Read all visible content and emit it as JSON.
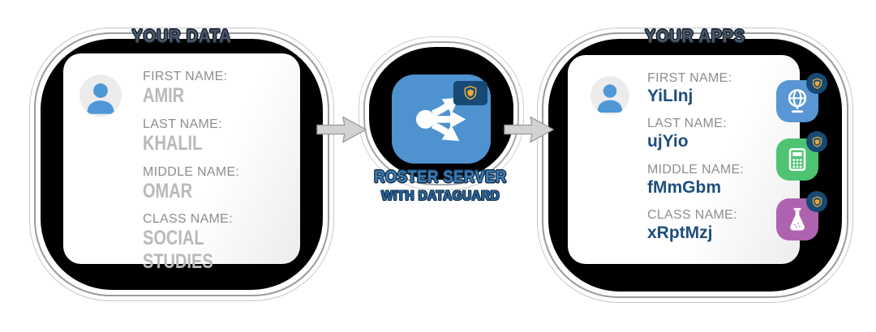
{
  "left_panel": {
    "title": "YOUR DATA",
    "card": {
      "avatar_icon": "person-avatar",
      "fields": [
        {
          "label": "FIRST NAME:",
          "value": "AMIR"
        },
        {
          "label": "LAST NAME:",
          "value": "KHALIL"
        },
        {
          "label": "MIDDLE NAME:",
          "value": "OMAR"
        },
        {
          "label": "CLASS NAME:",
          "value": "SOCIAL STUDIES"
        }
      ]
    }
  },
  "flow": {
    "arrow_left_icon": "right-arrow",
    "arrow_right_icon": "right-arrow"
  },
  "server": {
    "label_line1": "ROSTER SERVER",
    "label_line2": "WITH DATAGUARD",
    "icon": "share-hub",
    "badge_icon": "gold-shield"
  },
  "right_panel": {
    "title": "YOUR APPS",
    "card": {
      "avatar_icon": "person-avatar",
      "fields": [
        {
          "label": "FIRST NAME:",
          "value": "YiLInj"
        },
        {
          "label": "LAST NAME:",
          "value": "ujYio"
        },
        {
          "label": "MIDDLE NAME:",
          "value": "fMmGbm"
        },
        {
          "label": "CLASS NAME:",
          "value": "xRptMzj"
        }
      ]
    },
    "apps": [
      {
        "icon": "globe",
        "color": "#5897d3",
        "badge_icon": "gold-shield"
      },
      {
        "icon": "calculator",
        "color": "#4ec473",
        "badge_icon": "gold-shield"
      },
      {
        "icon": "chemistry-flask",
        "color": "#ae63ae",
        "badge_icon": "gold-shield"
      }
    ]
  },
  "colors": {
    "panel_black": "#000000",
    "card_white": "#ffffff",
    "title_slate": "#49596b",
    "label_gray": "#8e8e8e",
    "data_value_gray": "#b9b9b9",
    "masked_value_navy": "#1d4e7d",
    "server_icon_blue": "#4e93cf",
    "server_text_blue": "#3a7cb7",
    "server_subtext_blue": "#2b66a0",
    "badge_navy": "#164a74",
    "shield_gold": "#eaa93d",
    "arrow_gray": "#d2d2d2",
    "avatar_person_blue": "#4f97d6"
  }
}
